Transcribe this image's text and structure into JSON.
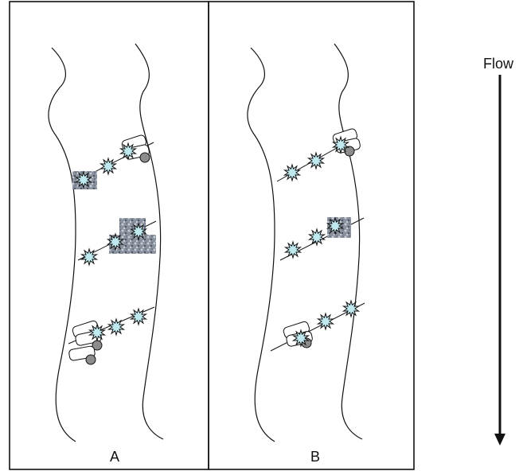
{
  "panels": [
    {
      "label": "A"
    },
    {
      "label": "B"
    }
  ],
  "flow": {
    "label": "Flow"
  },
  "colors": {
    "stroke": "#111111",
    "star_fill": "#bfe9ef",
    "gravel_fill": "#8a92a0",
    "log_fill": "#ffffff",
    "rock_fill": "#8c8c8c"
  },
  "icons": [
    "spiky-marker-icon",
    "gravel-patch-icon",
    "log-pile-icon",
    "flow-arrow-icon"
  ]
}
